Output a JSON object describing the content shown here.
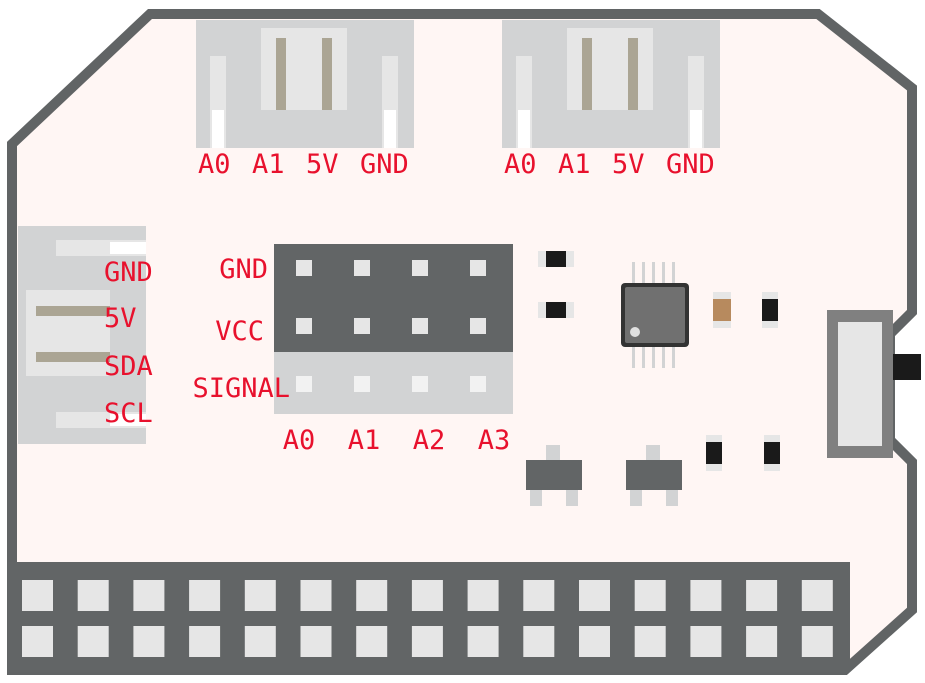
{
  "connectors": {
    "top_left": {
      "pins": [
        "A0",
        "A1",
        "5V",
        "GND"
      ]
    },
    "top_right": {
      "pins": [
        "A0",
        "A1",
        "5V",
        "GND"
      ]
    },
    "left": {
      "pins": [
        "GND",
        "5V",
        "SDA",
        "SCL"
      ]
    }
  },
  "header_block": {
    "row_labels": [
      "GND",
      "VCC",
      "SIGNAL"
    ],
    "col_labels": [
      "A0",
      "A1",
      "A2",
      "A3"
    ]
  },
  "colors": {
    "board_outline": "#616465",
    "board_fill": "#fff6f4",
    "label": "#e8112d",
    "connector": "#d2d3d4",
    "pin_header_dark": "#626566",
    "pin": "#e6e6e6"
  }
}
